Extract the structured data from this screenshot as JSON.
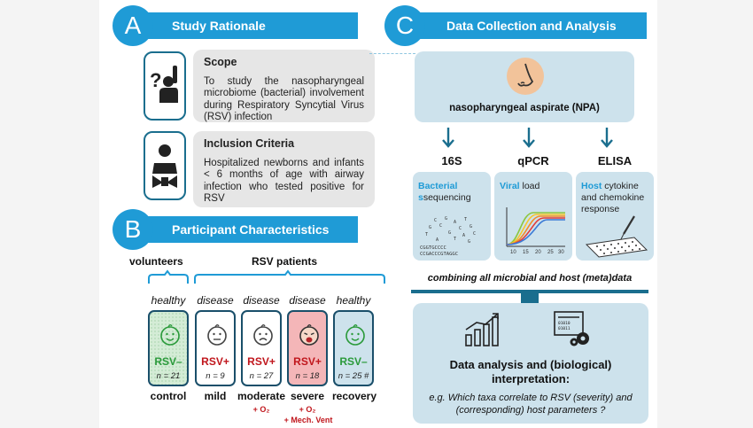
{
  "sectionA": {
    "letter": "A",
    "title": "Study Rationale",
    "scope": {
      "heading": "Scope",
      "text": "To study the nasopharyngeal microbiome (bacterial) involvement during Respiratory Syncytial Virus (RSV) infection"
    },
    "inclusion": {
      "heading": "Inclusion Criteria",
      "text": "Hospitalized newborns and infants < 6 months of age with airway infection who tested positive for RSV"
    }
  },
  "sectionB": {
    "letter": "B",
    "title": "Participant Characteristics",
    "groups": {
      "volunteers": "volunteers",
      "rsv": "RSV patients"
    },
    "cohorts": [
      {
        "top": "healthy",
        "status": "RSV–",
        "n": "n = 21",
        "label": "control",
        "note": ""
      },
      {
        "top": "disease",
        "status": "RSV+",
        "n": "n = 9",
        "label": "mild",
        "note": ""
      },
      {
        "top": "disease",
        "status": "RSV+",
        "n": "n = 27",
        "label": "moderate",
        "note": "+ O₂"
      },
      {
        "top": "disease",
        "status": "RSV+",
        "n": "n = 18",
        "label": "severe",
        "note": "+ O₂",
        "note2": "+ Mech. Vent"
      },
      {
        "top": "healthy",
        "status": "RSV–",
        "n": "n = 25 #",
        "label": "recovery",
        "note": ""
      }
    ],
    "colors": {
      "control": "#d4ecd6",
      "mild": "#ffffff",
      "moderate": "#ffffff",
      "severe": "#f4b6b8",
      "recovery": "#cde2ec"
    }
  },
  "sectionC": {
    "letter": "C",
    "title": "Data Collection and Analysis",
    "npa": "nasopharyngeal aspirate (NPA)",
    "methods": [
      {
        "name": "16S",
        "hl": "Bacterial",
        "rest": "sequencing",
        "prefix": "s"
      },
      {
        "name": "qPCR",
        "hl": "Viral",
        "rest": "load"
      },
      {
        "name": "ELISA",
        "hl": "Host",
        "rest": "cytokine and chemokine response"
      }
    ],
    "seq_text_1": "CGGTGCCCC",
    "seq_text_2": "CCGACCCGTAGGC",
    "qpcr_ticks": [
      "10",
      "15",
      "20",
      "25",
      "30"
    ],
    "combine": "combining all microbial and host (meta)data",
    "analysis": {
      "title": "Data analysis and (biological) interpretation:",
      "question": "e.g. Which taxa correlate to RSV (severity) and (corresponding) host parameters ?"
    }
  }
}
